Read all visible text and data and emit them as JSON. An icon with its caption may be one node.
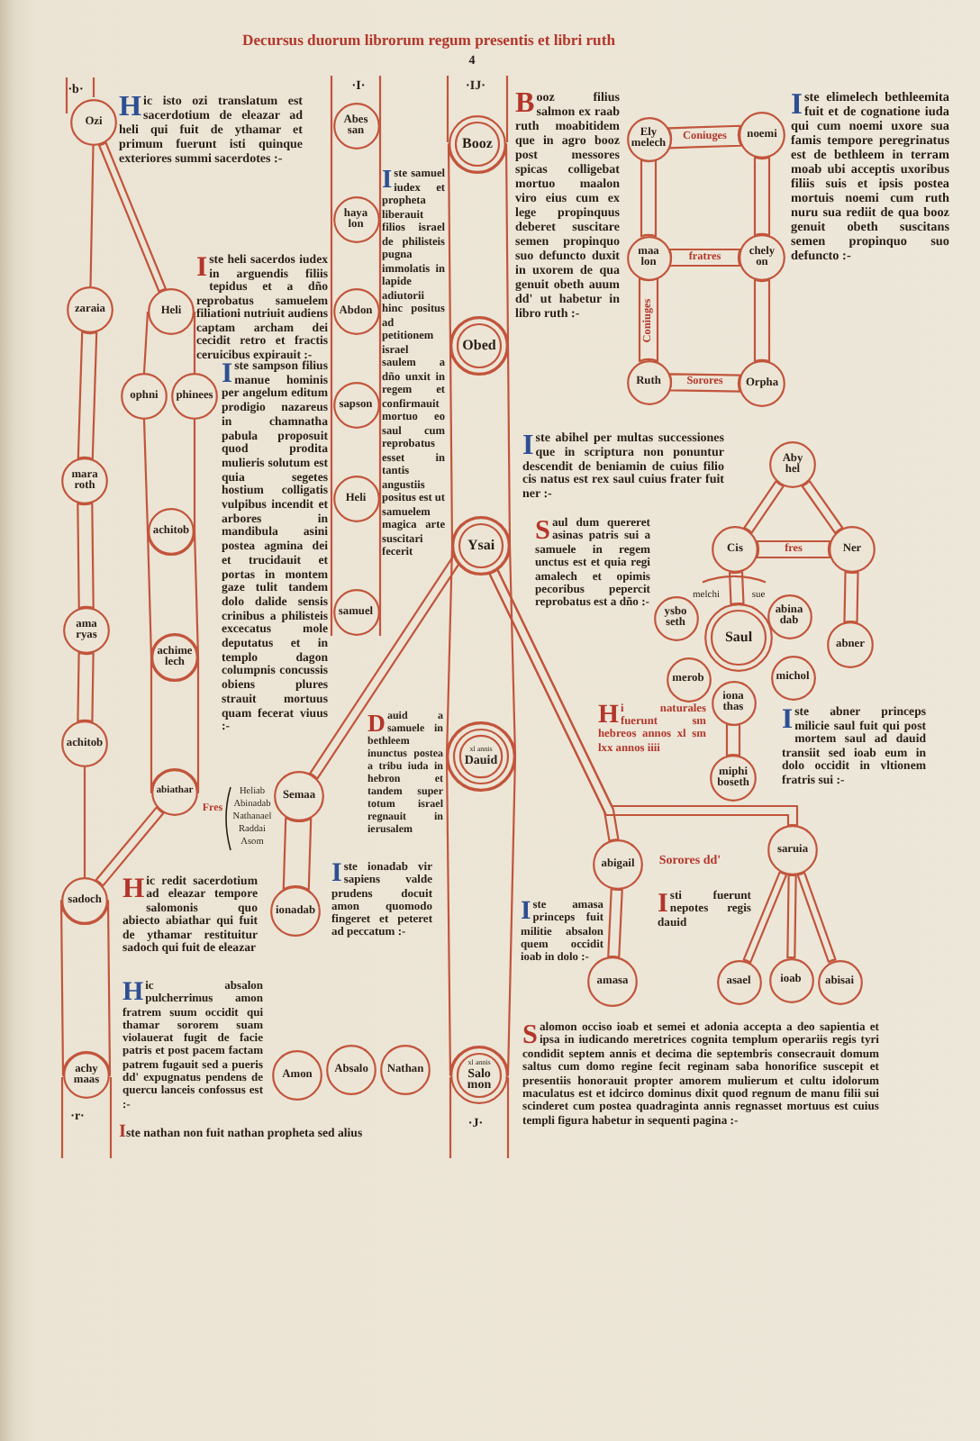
{
  "diagram": {
    "title": "Decursus duorum librorum regum presentis et libri ruth",
    "nodes": [
      {
        "text": [
          "Ozi"
        ]
      },
      {
        "text": [
          "zaraia"
        ]
      },
      {
        "text": [
          "Heli"
        ]
      },
      {
        "text": [
          "ophni"
        ]
      },
      {
        "text": [
          "phinees"
        ]
      },
      {
        "text": [
          "mara roth"
        ]
      },
      {
        "text": [
          "achitob"
        ]
      },
      {
        "text": [
          "ama ryas"
        ]
      },
      {
        "text": [
          "achime lech"
        ]
      },
      {
        "text": [
          "achitob"
        ]
      },
      {
        "text": [
          "abiathar"
        ]
      },
      {
        "text": [
          "sadoch"
        ]
      },
      {
        "text": [
          "achy maas"
        ]
      },
      {
        "text": [
          "Abes san"
        ]
      },
      {
        "text": [
          "haya lon"
        ]
      },
      {
        "text": [
          "Abdon"
        ]
      },
      {
        "text": [
          "sapson"
        ]
      },
      {
        "text": [
          "Heli"
        ]
      },
      {
        "text": [
          "samuel"
        ]
      },
      {
        "text": [
          "Booz"
        ]
      },
      {
        "text": [
          "Obed"
        ]
      },
      {
        "text": [
          "Ysai"
        ]
      },
      {
        "text": [
          "xl annis",
          "Dauid"
        ]
      },
      {
        "text": [
          "xl annis",
          "Salo mon"
        ]
      },
      {
        "text": [
          "Ely melech"
        ]
      },
      {
        "text": [
          "noemi"
        ]
      },
      {
        "text": [
          "maa lon"
        ]
      },
      {
        "text": [
          "chely on"
        ]
      },
      {
        "text": [
          "Ruth"
        ]
      },
      {
        "text": [
          "Orpha"
        ]
      },
      {
        "text": [
          "Aby hel"
        ]
      },
      {
        "text": [
          "Cis"
        ]
      },
      {
        "text": [
          "Ner"
        ]
      },
      {
        "text": [
          "ysbo seth"
        ]
      },
      {
        "text": [
          "Saul"
        ]
      },
      {
        "text": [
          "abina dab"
        ]
      },
      {
        "text": [
          "abner"
        ]
      },
      {
        "text": [
          "merob"
        ]
      },
      {
        "text": [
          "michol"
        ]
      },
      {
        "text": [
          "iona thas"
        ]
      },
      {
        "text": [
          "miphi boseth"
        ]
      },
      {
        "text": [
          "Semaa"
        ]
      },
      {
        "text": [
          "ionadab"
        ]
      },
      {
        "text": [
          "abigail"
        ]
      },
      {
        "text": [
          "saruia"
        ]
      },
      {
        "text": [
          "amasa"
        ]
      },
      {
        "text": [
          "asael"
        ]
      },
      {
        "text": [
          "ioab"
        ]
      },
      {
        "text": [
          "abisai"
        ]
      },
      {
        "text": [
          "Amon"
        ]
      },
      {
        "text": [
          "Absalo"
        ]
      },
      {
        "text": [
          "Nathan"
        ]
      }
    ],
    "edges": [
      {
        "from": 0,
        "to": 1,
        "arrow": "none"
      },
      {
        "from": 0,
        "to": 2,
        "arrow": "none"
      },
      {
        "from": 1,
        "to": 5,
        "arrow": "none"
      },
      {
        "from": 5,
        "to": 7,
        "arrow": "none"
      },
      {
        "from": 7,
        "to": 9,
        "arrow": "none"
      },
      {
        "from": 9,
        "to": 11,
        "arrow": "none"
      },
      {
        "from": 11,
        "to": 12,
        "arrow": "none"
      },
      {
        "from": 2,
        "to": 3,
        "arrow": "none"
      },
      {
        "from": 2,
        "to": 4,
        "arrow": "none"
      },
      {
        "from": 3,
        "to": 6,
        "arrow": "none"
      },
      {
        "from": 4,
        "to": 6,
        "arrow": "none"
      },
      {
        "from": 6,
        "to": 8,
        "arrow": "none"
      },
      {
        "from": 8,
        "to": 10,
        "arrow": "none"
      },
      {
        "from": 10,
        "to": 11,
        "arrow": "none"
      },
      {
        "from": 19,
        "to": 20,
        "arrow": "none"
      },
      {
        "from": 20,
        "to": 21,
        "arrow": "none"
      },
      {
        "from": 21,
        "to": 22,
        "arrow": "none"
      },
      {
        "from": 22,
        "to": 23,
        "arrow": "none"
      },
      {
        "from": 21,
        "to": 41,
        "arrow": "none"
      },
      {
        "from": 41,
        "to": 42,
        "arrow": "none"
      },
      {
        "from": 21,
        "to": 43,
        "arrow": "none"
      },
      {
        "from": 21,
        "to": 44,
        "arrow": "none"
      },
      {
        "from": 43,
        "to": 45,
        "arrow": "none"
      },
      {
        "from": 44,
        "to": 46,
        "arrow": "none"
      },
      {
        "from": 44,
        "to": 47,
        "arrow": "none"
      },
      {
        "from": 44,
        "to": 48,
        "arrow": "none"
      },
      {
        "from": 24,
        "to": 25,
        "arrow": "none",
        "label": "Coniuges"
      },
      {
        "from": 24,
        "to": 26,
        "arrow": "none"
      },
      {
        "from": 25,
        "to": 27,
        "arrow": "none"
      },
      {
        "from": 26,
        "to": 27,
        "arrow": "none",
        "label": "fratres"
      },
      {
        "from": 26,
        "to": 28,
        "arrow": "none",
        "label": "Coniuges"
      },
      {
        "from": 27,
        "to": 29,
        "arrow": "none"
      },
      {
        "from": 28,
        "to": 29,
        "arrow": "none",
        "label": "Sorores"
      },
      {
        "from": 30,
        "to": 31,
        "arrow": "none"
      },
      {
        "from": 30,
        "to": 32,
        "arrow": "none"
      },
      {
        "from": 31,
        "to": 32,
        "arrow": "none",
        "label": "fres"
      },
      {
        "from": 31,
        "to": 34,
        "arrow": "none"
      },
      {
        "from": 32,
        "to": 36,
        "arrow": "none"
      },
      {
        "from": 39,
        "to": 40,
        "arrow": "none"
      }
    ],
    "labels": [
      "·b·",
      "·I·",
      "4",
      "·IJ·",
      "Hic isto ozi translatum est sacerdotium de eleazar ad heli qui fuit de ythamar et primum fuerunt isti quinque exteriores summi sacerdotes :-",
      "Booz filius salmon ex raab ruth moabitidem que in agro booz post messores spicas colligebat mortuo maalon viro eius cum ex lege propinquus deberet suscitare semen propinquo suo defuncto duxit in uxorem de qua genuit obeth auum dd' ut habetur in libro ruth :-",
      "Iste elimelech bethleemita fuit et de cognatione iuda qui cum noemi uxore sua famis tempore peregrinatus est de bethleem in terram moab ubi acceptis uxoribus filiis suis et ipsis postea mortuis noemi cum ruth nuru sua rediit de qua booz genuit obeth suscitans semen propinquo suo defuncto :-",
      "Iste samuel iudex et propheta liberauit filios israel de philisteis pugna immolatis in lapide adiutorii hinc positus ad petitionem israel saulem a dño unxit in regem et confirmauit mortuo eo saul cum reprobatus esset in tantis angustiis positus est ut samuelem magica arte suscitari fecerit",
      "Iste heli sacerdos iudex in arguendis filiis tepidus et a dño reprobatus samuelem filiationi nutriuit audiens captam archam dei cecidit retro et fractis ceruicibus expirauit :-",
      "Iste sampson filius manue hominis per angelum editum prodigio nazareus in chamnatha pabula proposuit quod prodita mulieris solutum est quia segetes hostium colligatis vulpibus incendit et arbores in mandibula asini postea agmina dei et trucidauit et portas in montem gaze tulit tandem dolo dalide sensis crinibus a philisteis excecatus mole deputatus et in templo dagon columpnis concussis obiens plures strauit mortuus quam fecerat viuus :-",
      "Iste abihel per multas successiones que in scriptura non ponuntur descendit de beniamin de cuius filio cis natus est rex saul cuius frater fuit ner :-",
      "Saul dum quereret asinas patris sui a samuele in regem unctus est et quia regi amalech et opimis pecoribus pepercit reprobatus est a dño :-",
      "melchi",
      "sue",
      "Hi naturales fuerunt sm hebreos annos xl sm lxx annos iiii",
      "Dauid a samuele in bethleem inunctus postea a tribu iuda in hebron et tandem super totum israel regnauit in ierusalem",
      "Iste abner princeps milicie saul fuit qui post mortem saul ad dauid transiit sed ioab eum in dolo occidit in vltionem fratris sui :-",
      "Fres",
      "Heliab",
      "Abinadab",
      "Nathanael",
      "Raddai",
      "Asom",
      "Sorores dd'",
      "Iste ionadab vir sapiens valde prudens docuit amon quomodo fingeret et peteret ad peccatum :-",
      "Hic redit sacerdotium ad eleazar tempore salomonis quo abiecto abiathar qui fuit de ythamar restituitur sadoch qui fuit de eleazar",
      "Isti fuerunt nepotes regis dauid",
      "Iste amasa princeps fuit militie absalon quem occidit ioab in dolo :-",
      "Hic absalon pulcherrimus amon fratrem suum occidit qui thamar sororem suam violauerat fugit de facie patris et post pacem factam patrem fugauit sed a pueris dd' expugnatus pendens de quercu lanceis confossus est :-",
      "Salomon occiso ioab et semei et adonia accepta a deo sapientia et ipsa in iudicando meretrices cognita templum operariis regis tyri condidit septem annis et decima die septembris consecrauit domum saltus cum domo regine fecit reginam saba honorifice suscepit et presentiis honorauit propter amorem mulierum et cultu idolorum maculatus est et idcirco dominus dixit quod regnum de manu filii sui scinderet cum postea quadraginta annis regnasset mortuus est cuius templi figura habetur in sequenti pagina :-",
      "·r·",
      "·J·",
      "Iste nathan non fuit nathan propheta sed alius"
    ]
  }
}
